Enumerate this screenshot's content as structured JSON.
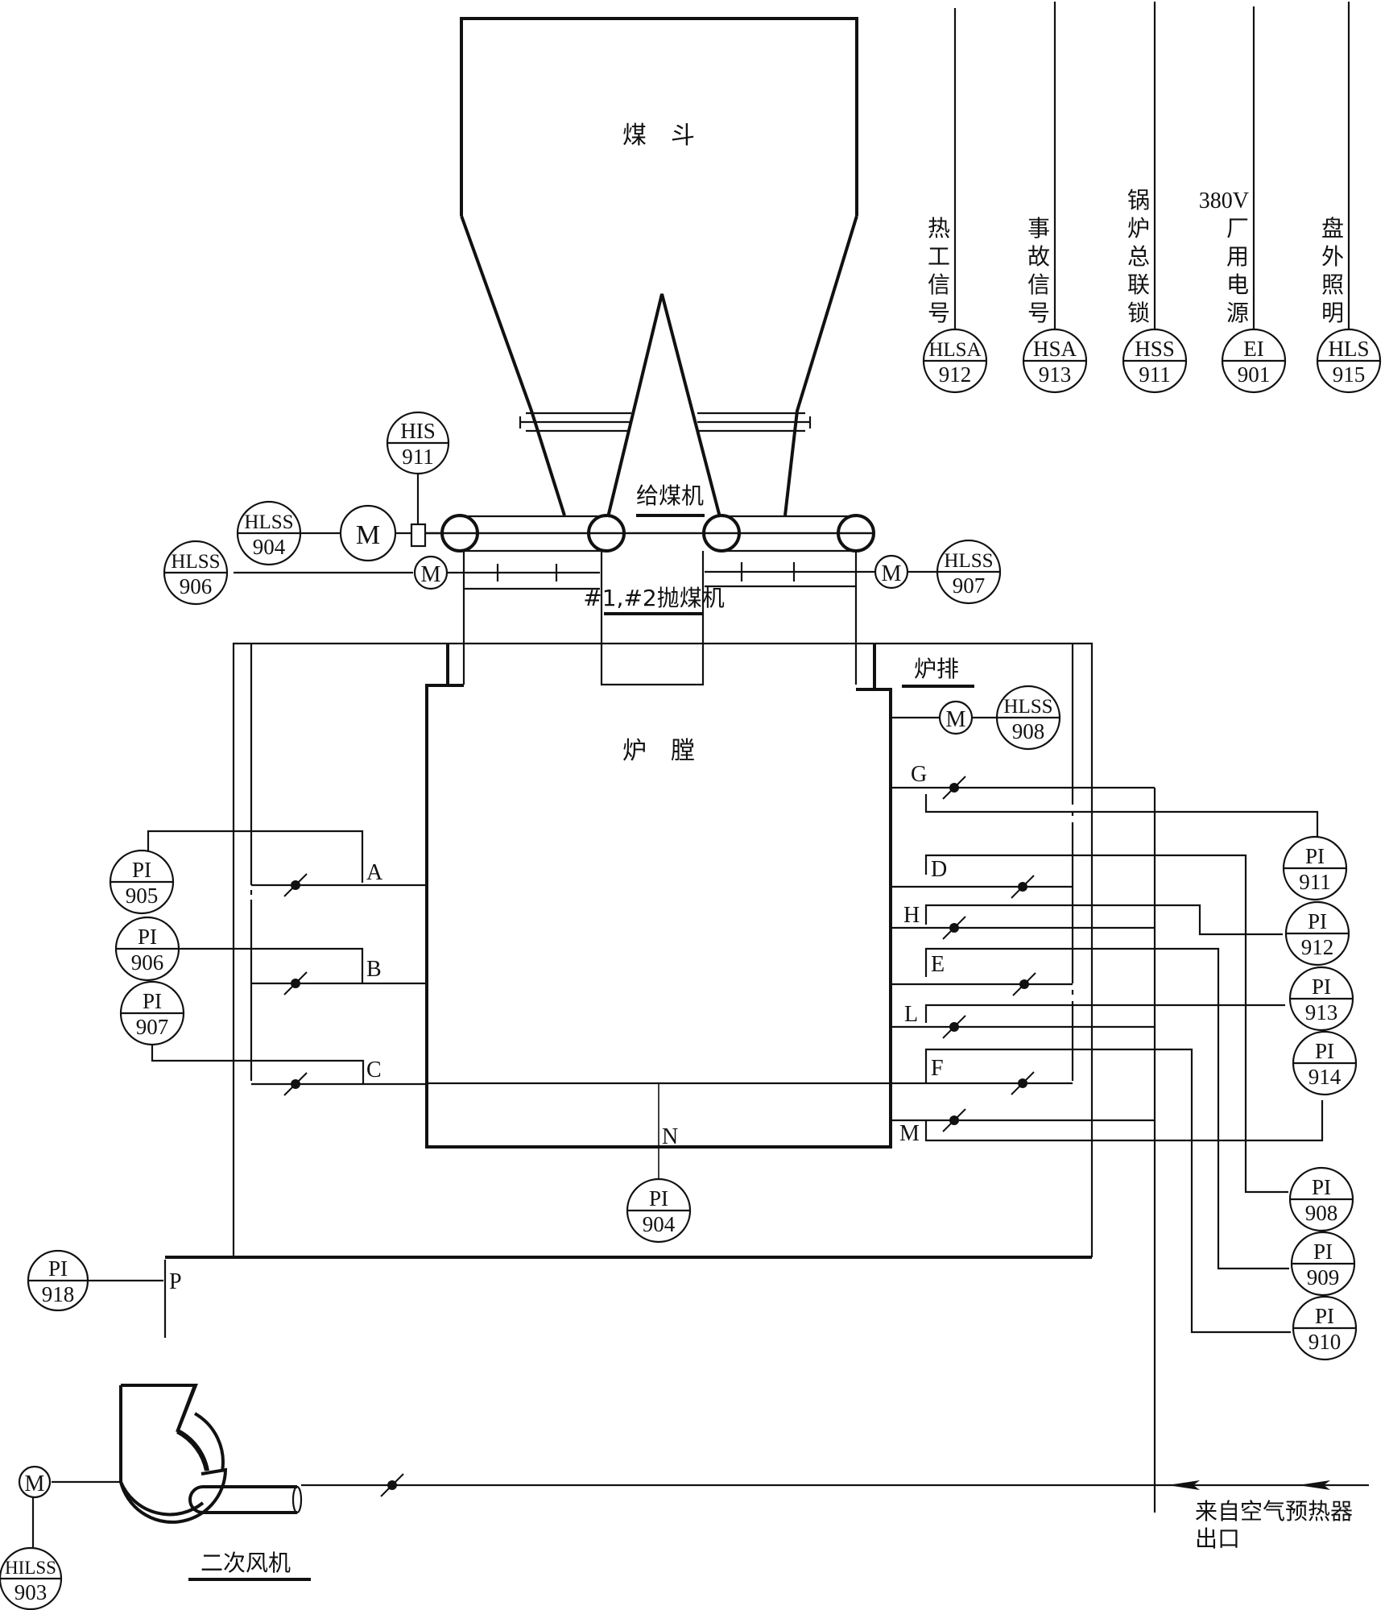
{
  "colors": {
    "ink": "#111111",
    "background": "#ffffff"
  },
  "equipment": {
    "coal_hopper": "煤　斗",
    "coal_feeder": "给煤机",
    "coal_spreader": "#1,#2抛煤机",
    "furnace": "炉　膛",
    "grate": "炉排",
    "secondary_fan": "二次风机",
    "air_source": [
      "来自空气预热器",
      "出口"
    ]
  },
  "signal_lines": [
    {
      "label": [
        "热",
        "工",
        "信",
        "号"
      ],
      "code": "HLSA",
      "number": "912"
    },
    {
      "label": [
        "事",
        "故",
        "信",
        "号"
      ],
      "code": "HSA",
      "number": "913"
    },
    {
      "label": [
        "锅",
        "炉",
        "总",
        "联",
        "锁"
      ],
      "code": "HSS",
      "number": "911"
    },
    {
      "label": [
        "380V",
        "厂",
        "用",
        "电",
        "源"
      ],
      "code": "EI",
      "number": "901"
    },
    {
      "label": [
        "盘",
        "外",
        "照",
        "明"
      ],
      "code": "HLS",
      "number": "915"
    }
  ],
  "instruments": {
    "his911": {
      "code": "HIS",
      "number": "911"
    },
    "hlss904": {
      "code": "HLSS",
      "number": "904"
    },
    "hlss906": {
      "code": "HLSS",
      "number": "906"
    },
    "hlss907": {
      "code": "HLSS",
      "number": "907"
    },
    "hlss908": {
      "code": "HLSS",
      "number": "908"
    },
    "hilss903": {
      "code": "HILSS",
      "number": "903"
    },
    "pi904": {
      "code": "PI",
      "number": "904"
    },
    "pi905": {
      "code": "PI",
      "number": "905"
    },
    "pi906": {
      "code": "PI",
      "number": "906"
    },
    "pi907": {
      "code": "PI",
      "number": "907"
    },
    "pi908": {
      "code": "PI",
      "number": "908"
    },
    "pi909": {
      "code": "PI",
      "number": "909"
    },
    "pi910": {
      "code": "PI",
      "number": "910"
    },
    "pi911": {
      "code": "PI",
      "number": "911"
    },
    "pi912": {
      "code": "PI",
      "number": "912"
    },
    "pi913": {
      "code": "PI",
      "number": "913"
    },
    "pi914": {
      "code": "PI",
      "number": "914"
    },
    "pi918": {
      "code": "PI",
      "number": "918"
    }
  },
  "motor_label": "M",
  "points": {
    "A": "A",
    "B": "B",
    "C": "C",
    "D": "D",
    "E": "E",
    "F": "F",
    "G": "G",
    "H": "H",
    "L": "L",
    "M": "M",
    "N": "N",
    "P": "P"
  }
}
